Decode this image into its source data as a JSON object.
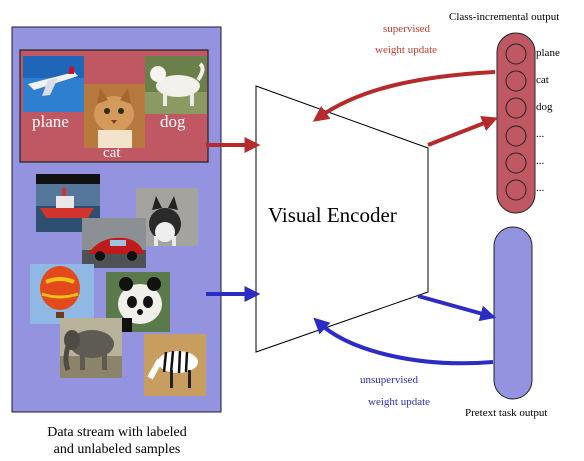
{
  "stream": {
    "caption_line1": "Data stream with labeled",
    "caption_line2": "and unlabeled samples",
    "labeled_images": [
      {
        "label": "plane"
      },
      {
        "label": "cat"
      },
      {
        "label": "dog"
      }
    ],
    "unlabeled_images": [
      "ship",
      "husky",
      "red-car",
      "hot-air-balloon",
      "panda",
      "elephant",
      "zebra"
    ]
  },
  "encoder": {
    "label": "Visual Encoder"
  },
  "class_output": {
    "title": "Class-incremental output",
    "labels": [
      "plane",
      "cat",
      "dog",
      "...",
      "...",
      "..."
    ]
  },
  "pretext_output": {
    "label": "Pretext task output"
  },
  "supervised": {
    "line1": "supervised",
    "line2": "weight update"
  },
  "unsupervised": {
    "line1": "unsupervised",
    "line2": "weight update"
  },
  "colors": {
    "labeled": "#c05863",
    "unlabeled_panel": "#9393e0",
    "supervised_arrow": "#b52a2a",
    "unsupervised_arrow": "#2c2cc4",
    "supervised_text": "#c0392b",
    "unsupervised_text": "#2c2cc4"
  }
}
